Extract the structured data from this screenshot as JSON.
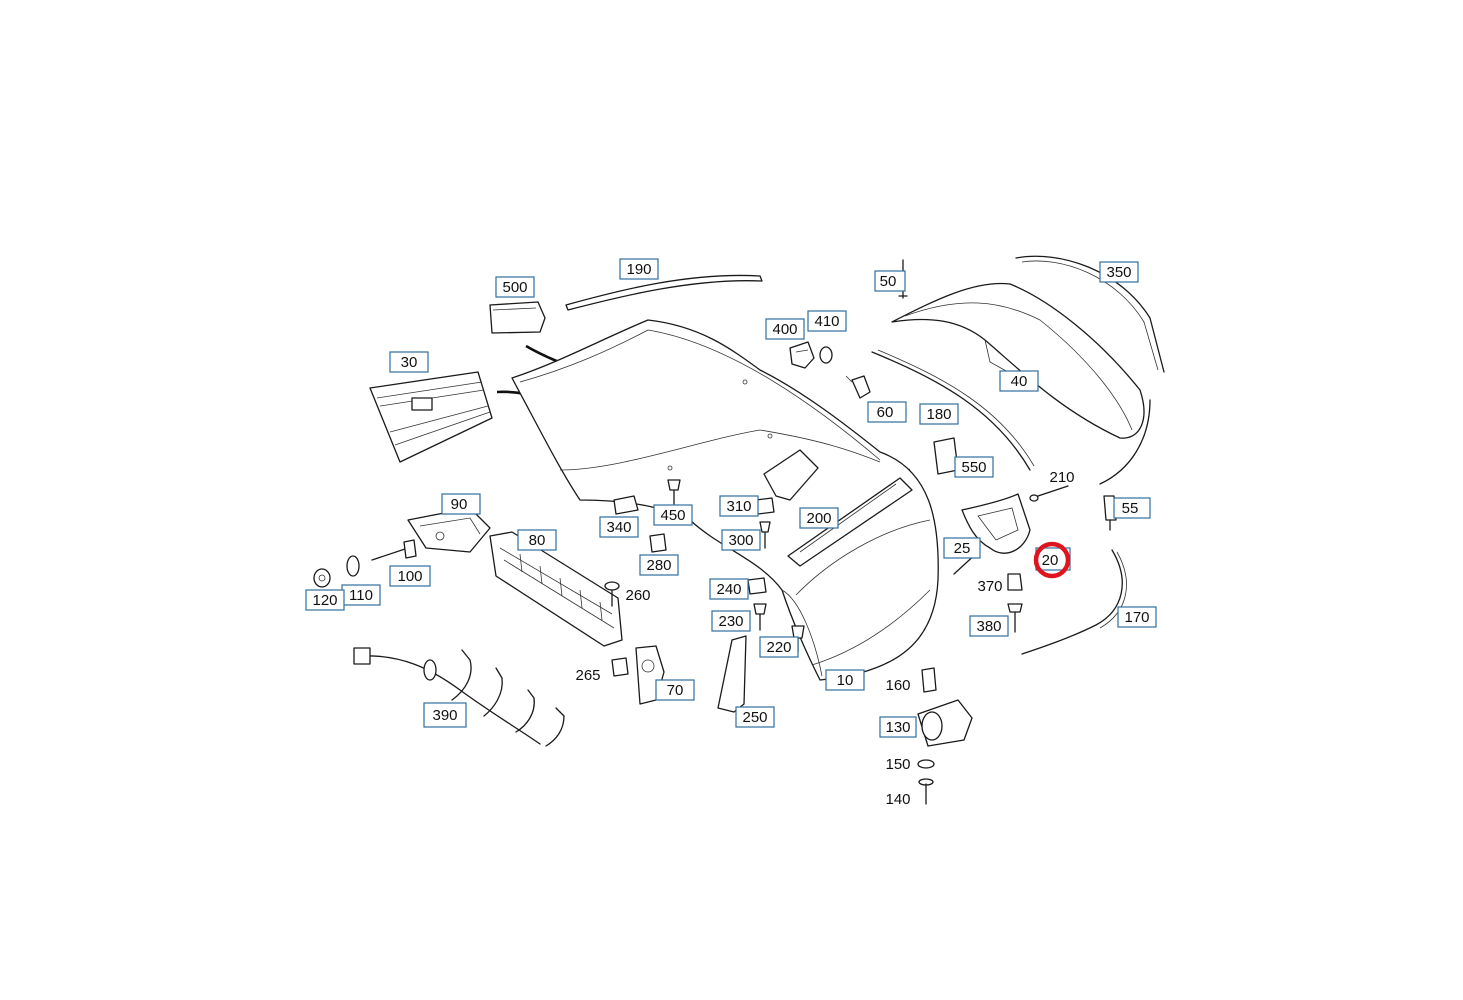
{
  "colors": {
    "label_border": "#2e6f9e",
    "highlight": "#e0141e",
    "line": "#1a1a1a"
  },
  "highlighted_part": "20",
  "callouts": {
    "c190": "190",
    "c500": "500",
    "c30": "30",
    "c400": "400",
    "c410": "410",
    "c50": "50",
    "c350": "350",
    "c40": "40",
    "c60": "60",
    "c180": "180",
    "c550": "550",
    "c210": "210",
    "c55": "55",
    "c20": "20",
    "c25": "25",
    "c370": "370",
    "c380": "380",
    "c170": "170",
    "c90": "90",
    "c80": "80",
    "c100": "100",
    "c110": "110",
    "c120": "120",
    "c340": "340",
    "c450": "450",
    "c280": "280",
    "c260": "260",
    "c310": "310",
    "c300": "300",
    "c200": "200",
    "c240": "240",
    "c230": "230",
    "c220": "220",
    "c10": "10",
    "c265": "265",
    "c70": "70",
    "c250": "250",
    "c390": "390",
    "c160": "160",
    "c130": "130",
    "c150": "150",
    "c140": "140"
  }
}
